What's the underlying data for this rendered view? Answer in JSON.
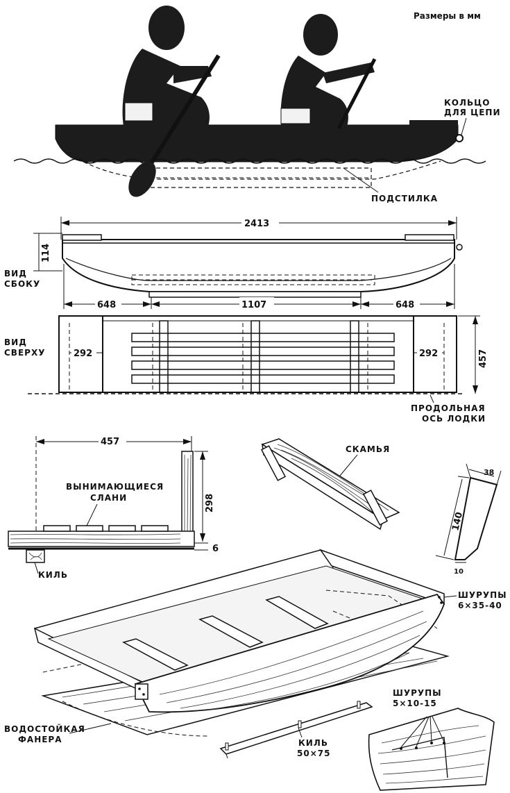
{
  "header": {
    "units_note": "Размеры в мм"
  },
  "labels": {
    "chain_ring_line1": "КОЛЬЦО",
    "chain_ring_line2": "ДЛЯ ЦЕПИ",
    "floor_mat": "ПОДСТИЛКА",
    "side_view_line1": "ВИД",
    "side_view_line2": "СБОКУ",
    "top_view_line1": "ВИД",
    "top_view_line2": "СВЕРХУ",
    "long_axis_line1": "ПРОДОЛЬНАЯ",
    "long_axis_line2": "ОСЬ ЛОДКИ",
    "removable_slats_line1": "ВЫНИМАЮЩИЕСЯ",
    "removable_slats_line2": "СЛАНИ",
    "keel_section": "КИЛЬ",
    "bench": "СКАМЬЯ",
    "screws_1_line1": "ШУРУПЫ",
    "screws_1_line2": "6×35-40",
    "screws_2_line1": "ШУРУПЫ",
    "screws_2_line2": "5×10-15",
    "plywood_line1": "ВОДОСТОЙКАЯ",
    "plywood_line2": "ФАНЕРА",
    "keel_part_line1": "КИЛЬ",
    "keel_part_line2": "50×75"
  },
  "dimensions": {
    "overall_length": "2413",
    "side_height": "114",
    "end_left": "648",
    "middle": "1107",
    "end_right": "648",
    "end_left_top": "292",
    "end_right_top": "292",
    "beam": "457",
    "section_width": "457",
    "section_height": "298",
    "bottom_thickness": "6",
    "bracket_width": "38",
    "bracket_height": "140",
    "bracket_bottom": "10"
  }
}
